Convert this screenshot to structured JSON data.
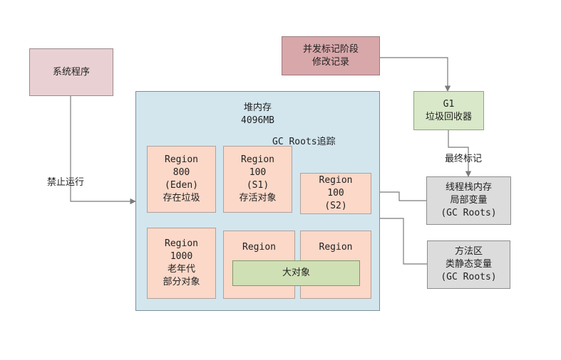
{
  "system_program": {
    "label": "系统程序"
  },
  "concurrent_mark": {
    "line1": "并发标记阶段",
    "line2": "修改记录"
  },
  "g1_collector": {
    "line1": "G1",
    "line2": "垃圾回收器"
  },
  "final_mark_label": "最终标记",
  "forbid_run_label": "禁止运行",
  "gc_roots_trace_label": "GC Roots追踪",
  "heap": {
    "line1": "堆内存",
    "line2": "4096MB"
  },
  "regions": {
    "eden": [
      "Region",
      "800",
      "(Eden)",
      "存在垃圾"
    ],
    "s1": [
      "Region",
      "100",
      "(S1)",
      "存活对象"
    ],
    "s2": [
      "Region",
      "100",
      "(S2)"
    ],
    "old": [
      "Region",
      "1000",
      "老年代",
      "部分对象"
    ],
    "large_left": [
      "Region"
    ],
    "large_right": [
      "Region"
    ]
  },
  "large_object": {
    "label": "大对象"
  },
  "thread_stack": {
    "line1": "线程栈内存",
    "line2": "局部变量",
    "line3": "(GC Roots)"
  },
  "method_area": {
    "line1": "方法区",
    "line2": "类静态变量",
    "line3": "(GC Roots)"
  },
  "colors": {
    "pink": "#e9d1d3",
    "rose": "#d8a7aa",
    "green": "#d9e8c8",
    "gray": "#dcdcdc",
    "heap": "#d3e6ee",
    "region": "#fbd8c8",
    "large_object": "#cfe0b5",
    "line": "#7a7a7a"
  }
}
